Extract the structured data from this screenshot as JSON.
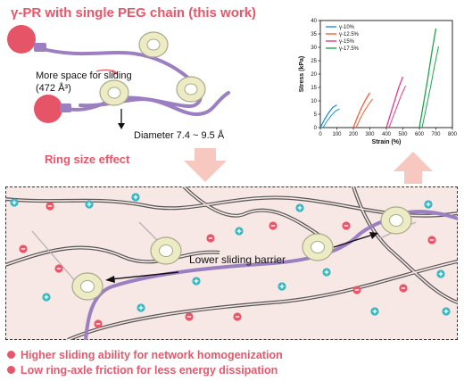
{
  "top": {
    "title": "γ-PR with single PEG chain (this work)",
    "space_label_line1": "More space for sliding",
    "space_label_line2": "(472 Å³)",
    "diameter_label": "Diameter 7.4 ~ 9.5 Å",
    "ring_size_label": "Ring size effect"
  },
  "network": {
    "sliding_label": "Lower sliding barrier"
  },
  "bullets": [
    "Higher sliding ability for network homogenization",
    "Low ring-axle friction for less energy dissipation"
  ],
  "colors": {
    "accent_red": "#e8566a",
    "network_bg": "#f7e7e5",
    "ring": "#ecebc4",
    "chain": "#9b7fc0",
    "plus_ion": "#35b7c1",
    "minus_ion": "#e8566a"
  },
  "chart_data": {
    "type": "line",
    "xlabel": "Strain (%)",
    "ylabel": "Stress (kPa)",
    "xlim": [
      0,
      800
    ],
    "ylim": [
      0,
      40
    ],
    "xticks": [
      0,
      100,
      200,
      300,
      400,
      500,
      600,
      700,
      800
    ],
    "yticks": [
      0,
      5,
      10,
      15,
      20,
      25,
      30,
      35,
      40
    ],
    "legend_position": "top-left",
    "series": [
      {
        "name": "γ-10%",
        "color": "#1f93d1",
        "x": [
          0,
          25,
          50,
          75,
          100
        ],
        "y": [
          0,
          3,
          5.5,
          7.5,
          8.5
        ]
      },
      {
        "name": "γ-12.5%",
        "color": "#f0623a",
        "x": [
          200,
          225,
          250,
          275,
          300
        ],
        "y": [
          0,
          4,
          7.5,
          10.5,
          13
        ]
      },
      {
        "name": "γ-15%",
        "color": "#e23d8a",
        "x": [
          400,
          425,
          450,
          475,
          500
        ],
        "y": [
          0,
          5,
          10,
          15,
          19
        ]
      },
      {
        "name": "γ-17.5%",
        "color": "#1ea54b",
        "x": [
          600,
          625,
          650,
          675,
          700
        ],
        "y": [
          0,
          9,
          18,
          28,
          37
        ]
      }
    ]
  }
}
